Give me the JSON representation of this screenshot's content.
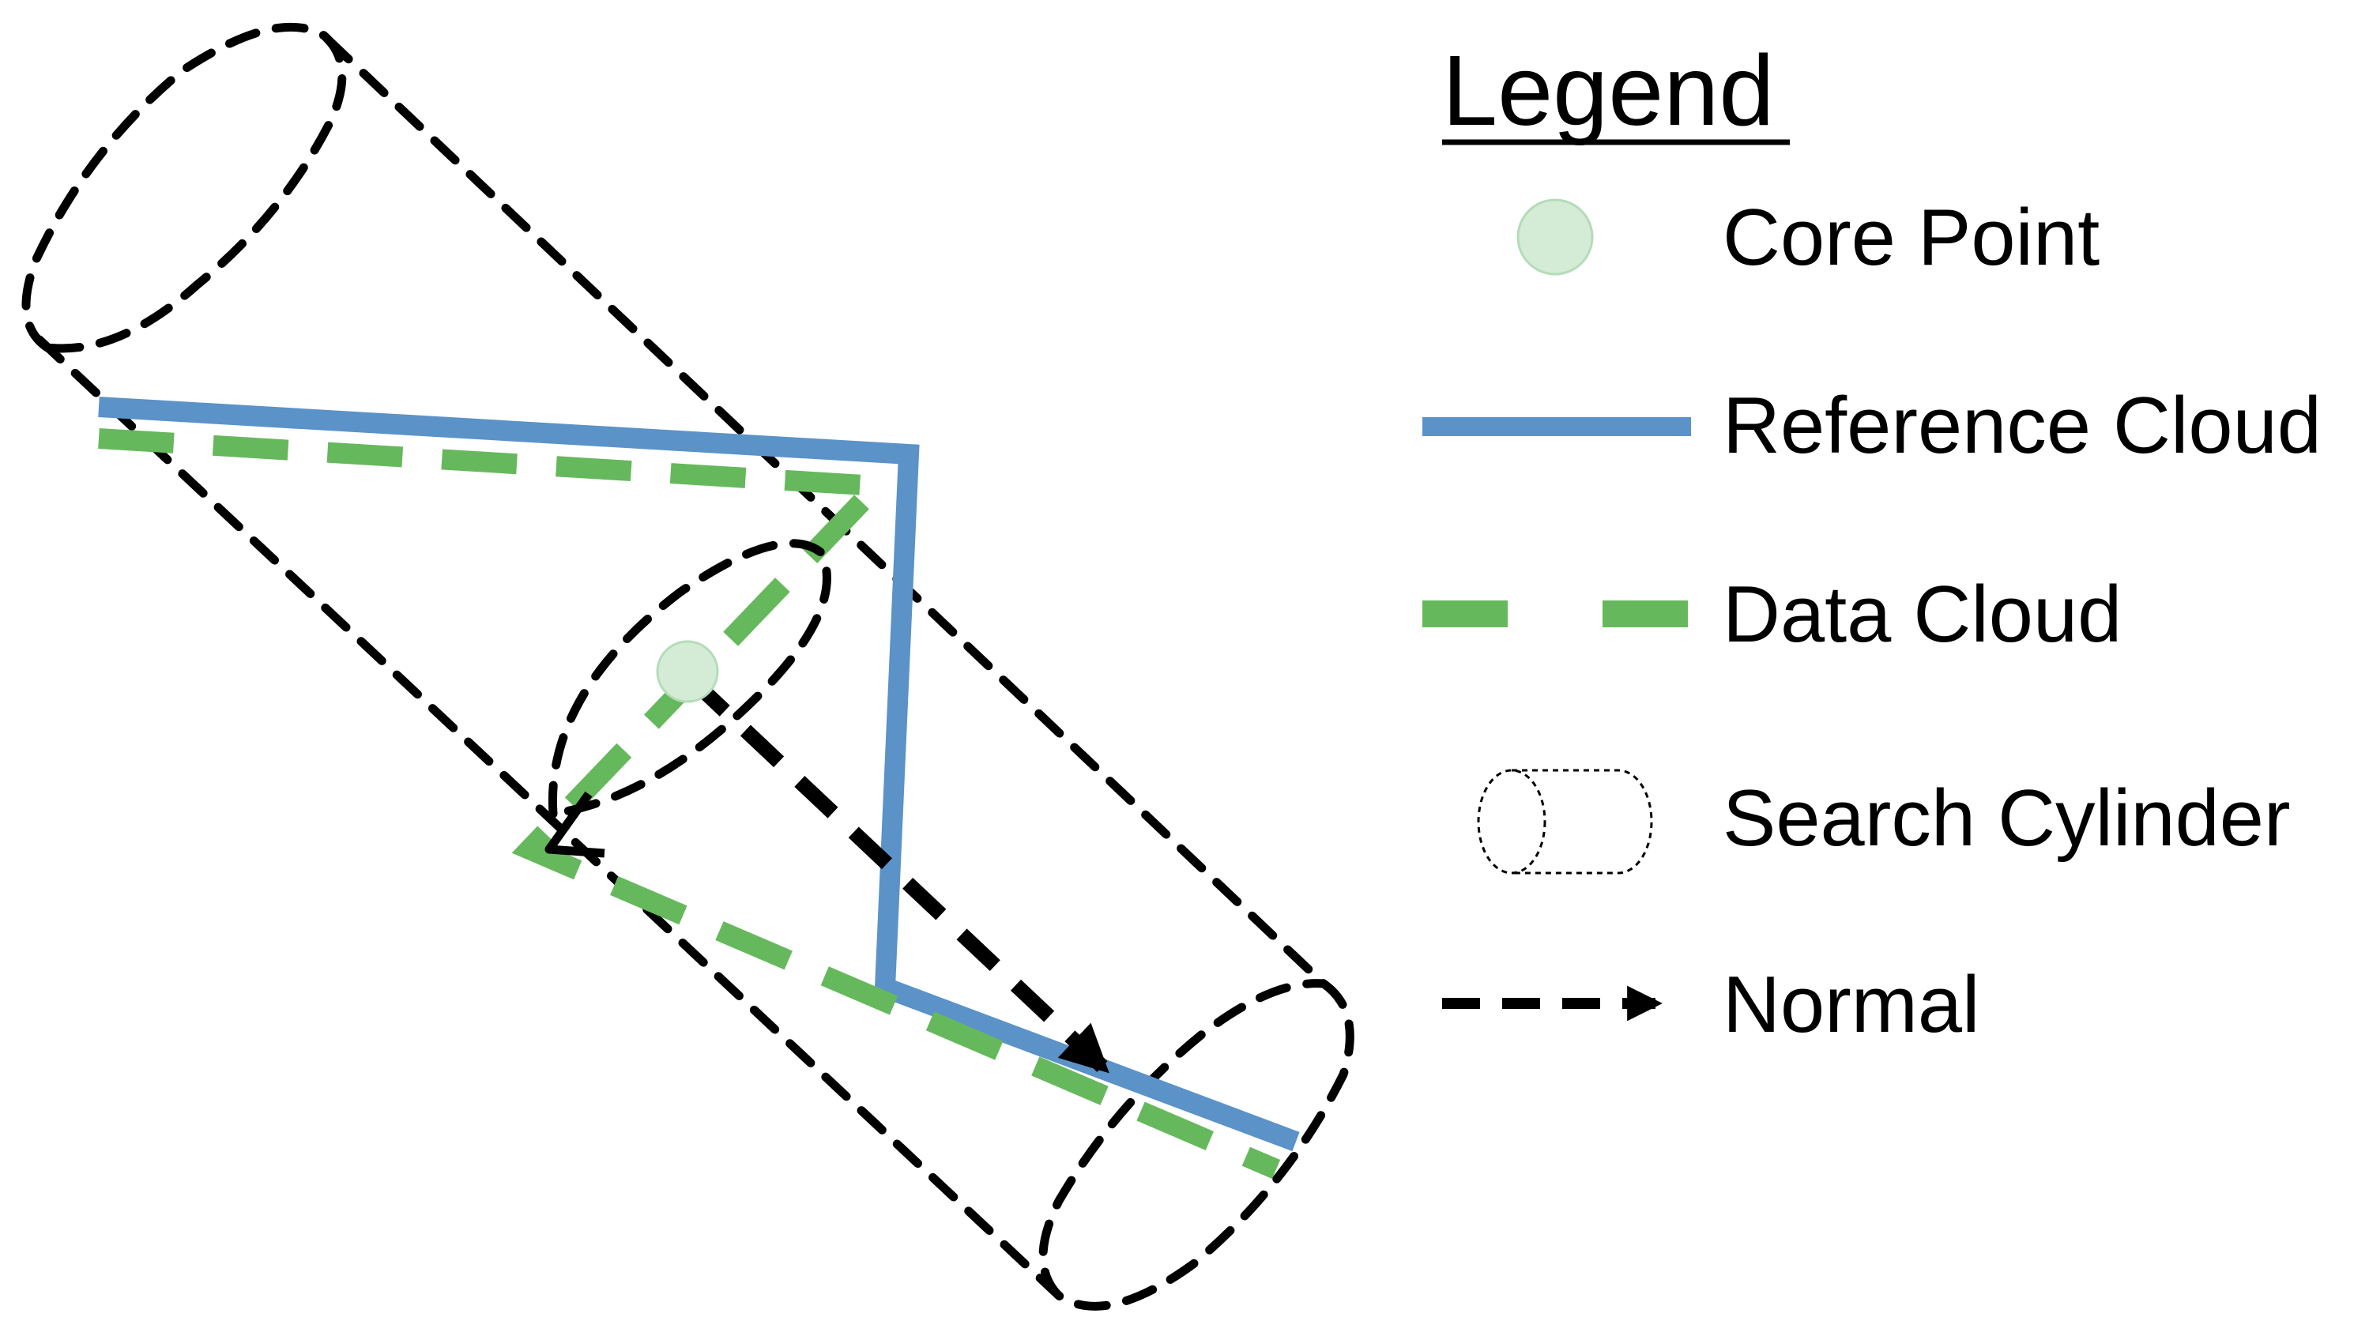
{
  "legend": {
    "title": "Legend",
    "items": [
      {
        "key": "core_point",
        "label": "Core Point",
        "icon": "core-point-icon"
      },
      {
        "key": "reference_cloud",
        "label": "Reference Cloud",
        "icon": "solid-line-icon"
      },
      {
        "key": "data_cloud",
        "label": "Data Cloud",
        "icon": "dashed-line-icon"
      },
      {
        "key": "search_cylinder",
        "label": "Search Cylinder",
        "icon": "cylinder-icon"
      },
      {
        "key": "normal",
        "label": "Normal",
        "icon": "dashed-arrow-icon"
      }
    ]
  },
  "colors": {
    "reference_cloud": "#5b92c8",
    "data_cloud": "#66b85c",
    "core_point_fill": "#d4ecd6",
    "core_point_stroke": "#b4dcb8",
    "cylinder": "#000000",
    "normal": "#000000"
  }
}
